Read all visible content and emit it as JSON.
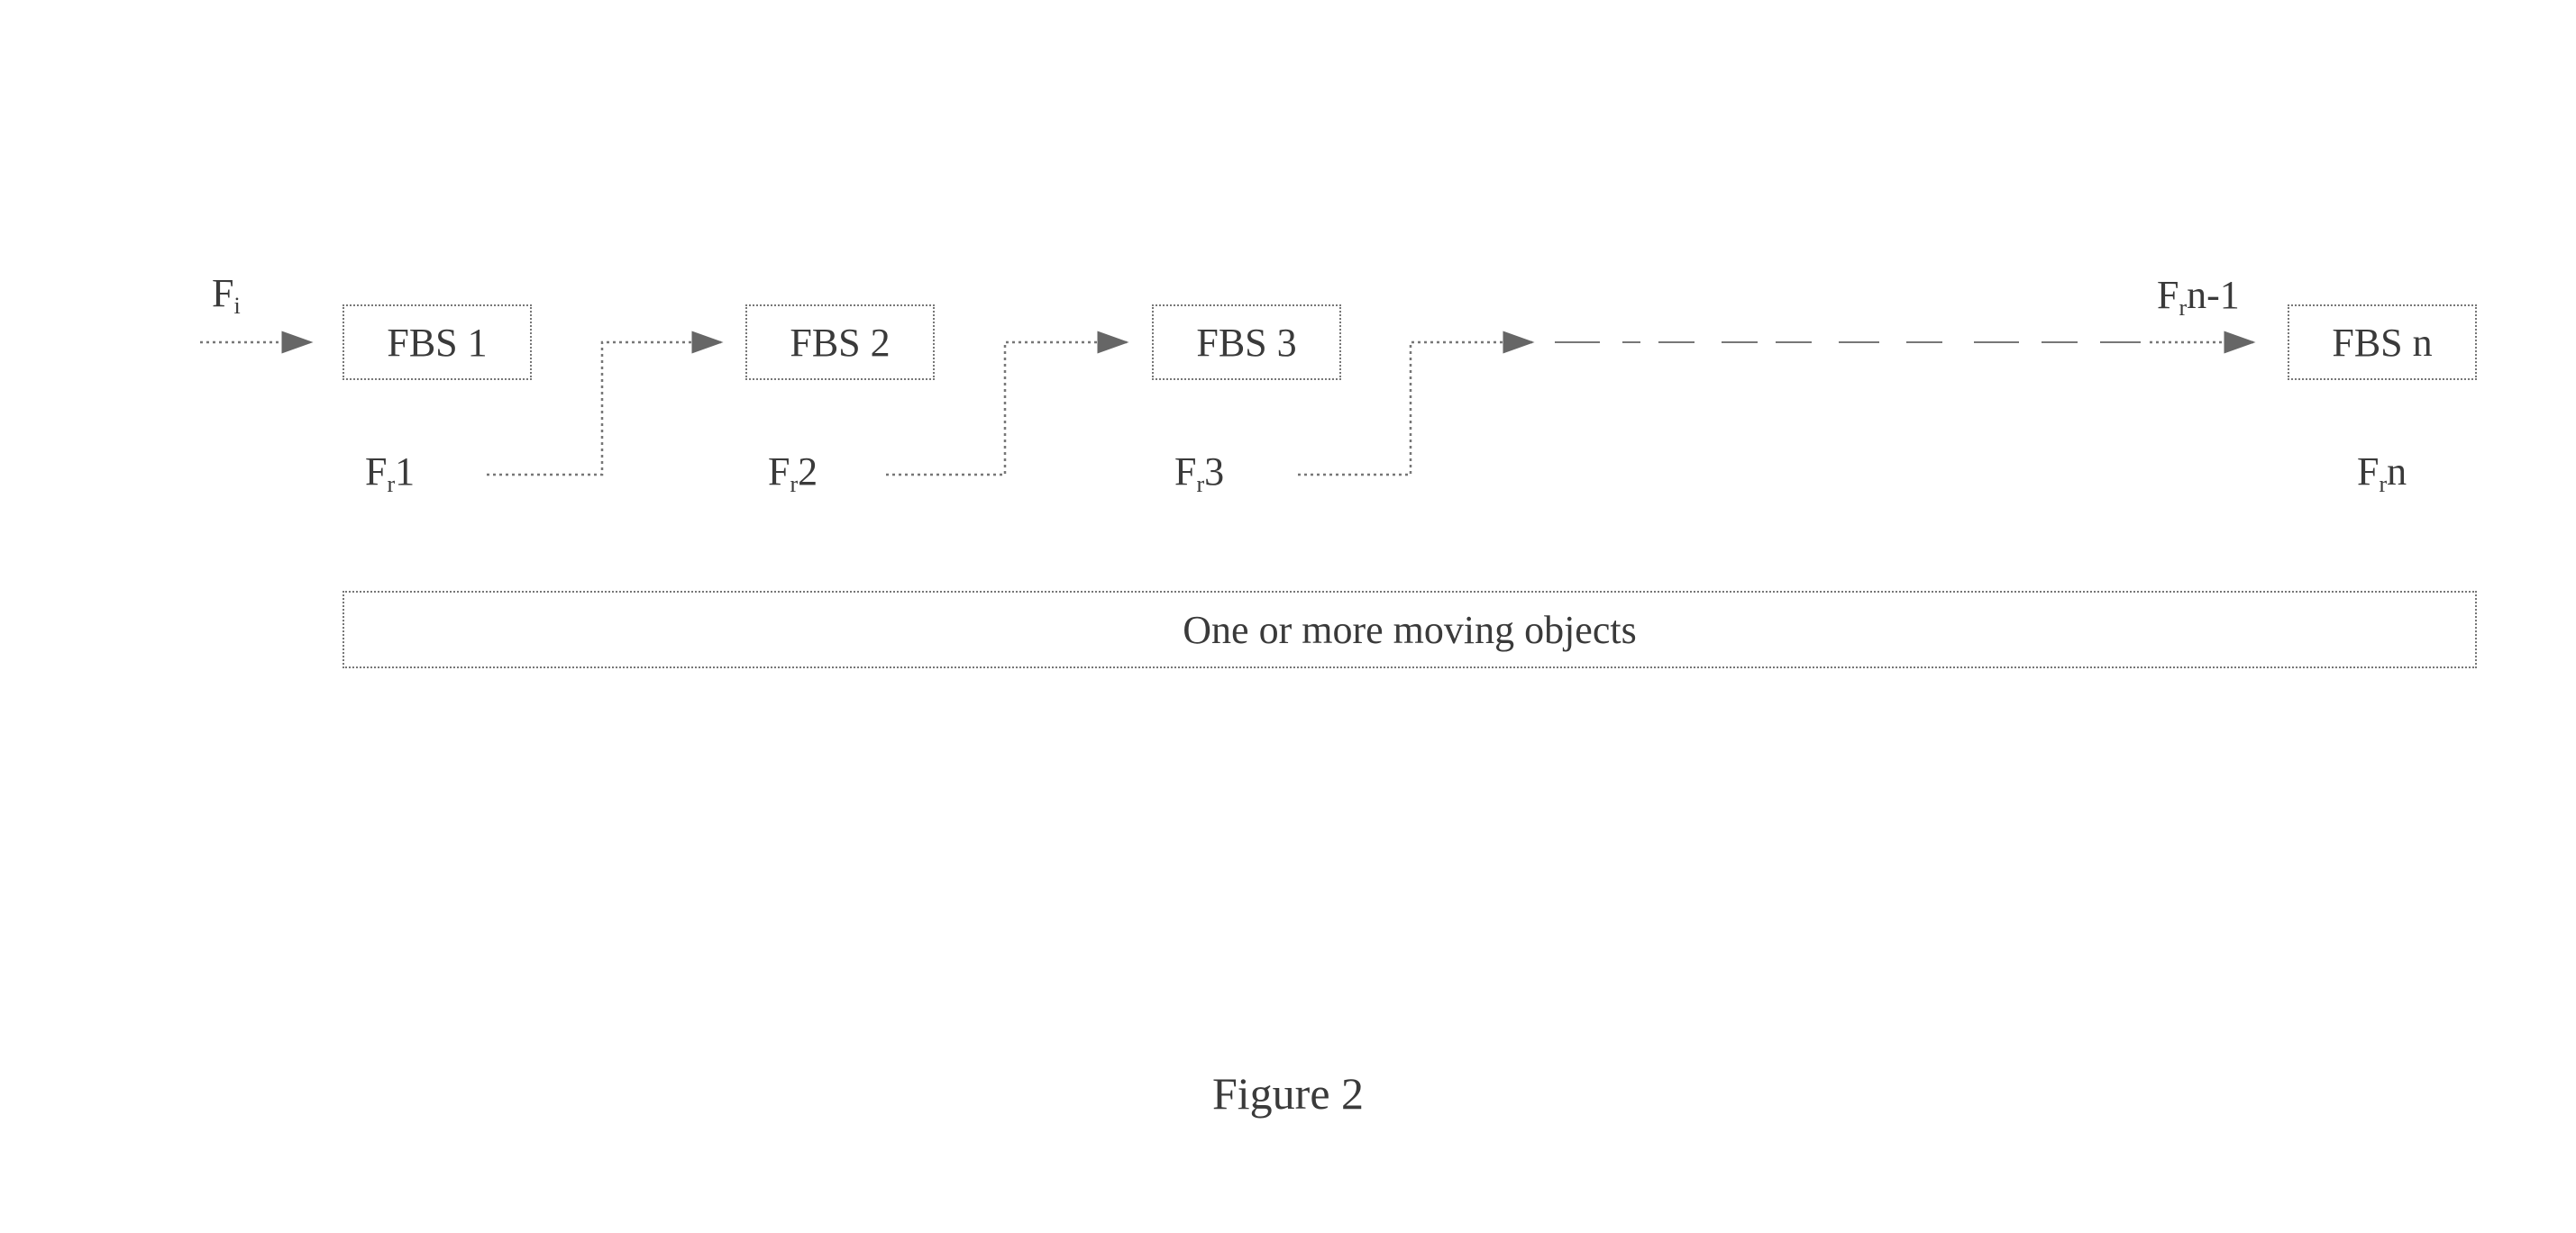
{
  "input": {
    "base": "F",
    "sub": "i"
  },
  "boxes": [
    "FBS 1",
    "FBS 2",
    "FBS 3",
    "FBS n"
  ],
  "feeds": [
    {
      "base": "F",
      "sub": "r",
      "suffix": "1"
    },
    {
      "base": "F",
      "sub": "r",
      "suffix": "2"
    },
    {
      "base": "F",
      "sub": "r",
      "suffix": "3"
    },
    {
      "base": "F",
      "sub": "r",
      "suffix": "n-1"
    },
    {
      "base": "F",
      "sub": "r",
      "suffix": "n"
    }
  ],
  "objects_label": "One or more moving objects",
  "caption": "Figure 2"
}
